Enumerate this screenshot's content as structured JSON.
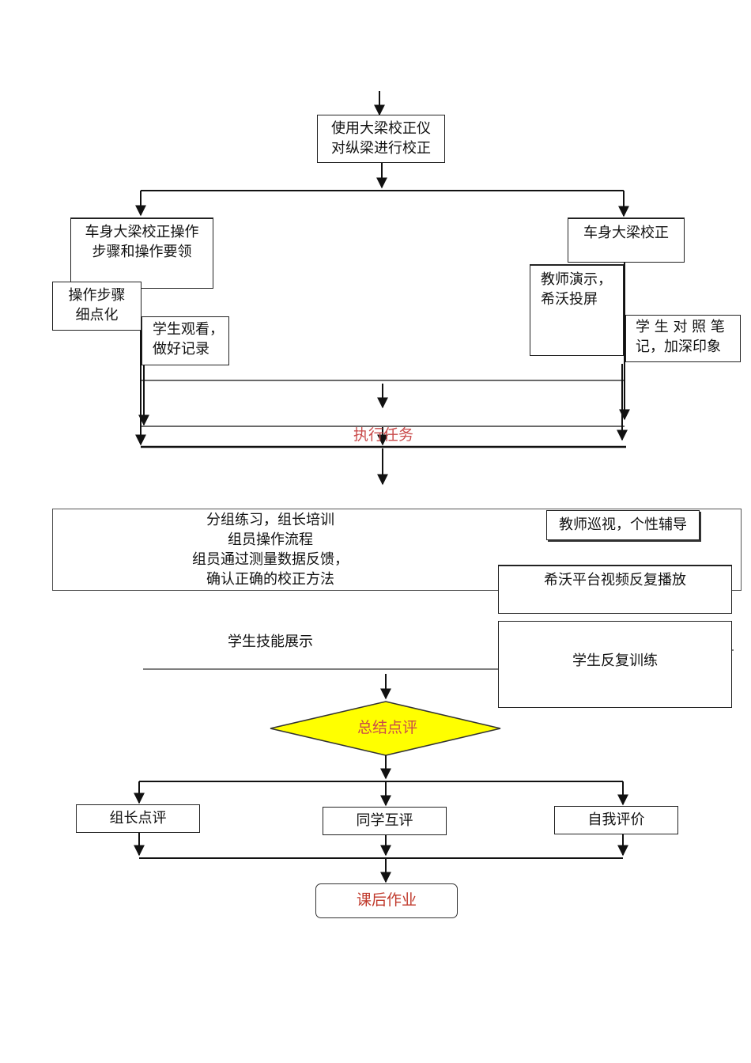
{
  "nodes": {
    "start": "使用大梁校正仪\n对纵梁进行校正",
    "left_branch": "车身大梁校正操作\n步骤和操作要领",
    "right_branch": "车身大梁校正",
    "steps": "操作步骤\n细点化",
    "watch": "学生观看，\n做好记录",
    "demo": "教师演示，\n希沃投屏",
    "notes": "学 生 对 照 笔\n记，加深印象",
    "execute": "执行任务",
    "group_practice": "分组练习，组长培训\n组员操作流程\n组员通过测量数据反馈，\n确认正确的校正方法",
    "teacher_patrol": "教师巡视，个性辅导",
    "video_replay": "希沃平台视频反复播放",
    "skill_show": "学生技能展示",
    "repeat_training": "学生反复训练",
    "summary": "总结点评",
    "leader_review": "组长点评",
    "peer_review": "同学互评",
    "self_review": "自我评价",
    "homework": "课后作业"
  },
  "colors": {
    "diamond_fill": "#ffff00",
    "highlight_text": "#c0392b"
  }
}
